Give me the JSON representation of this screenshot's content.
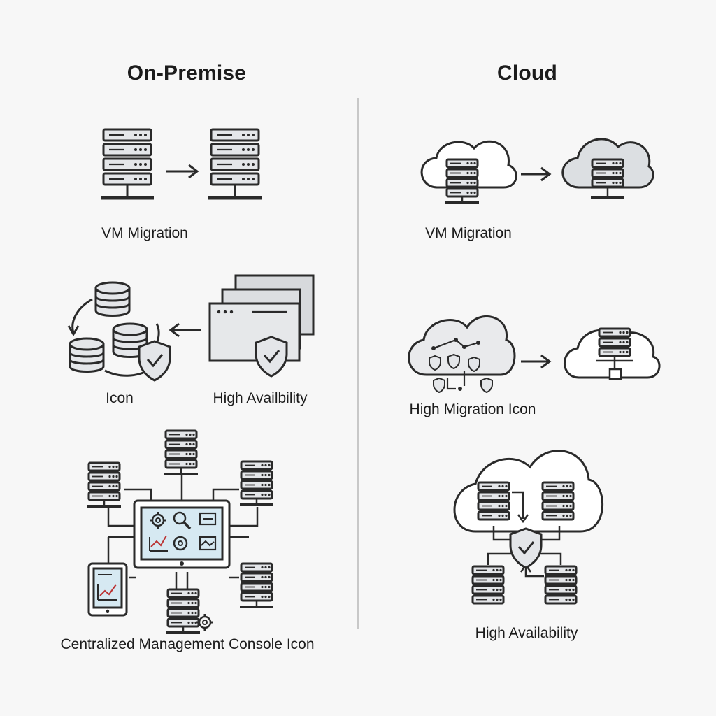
{
  "headings": {
    "on_premise": "On-Premise",
    "cloud": "Cloud"
  },
  "on_premise": {
    "vm_migration_label": "VM Migration",
    "icon_label": "Icon",
    "high_availability_label": "High Availbility",
    "console_label": "Centralized Management Console Icon"
  },
  "cloud": {
    "vm_migration_label": "VM Migration",
    "high_migration_label": "High Migration Icon",
    "high_availability_label": "High Availability"
  },
  "icons": [
    "server-rack-icon",
    "arrow-right-icon",
    "arrow-left-icon",
    "database-icon",
    "shield-check-icon",
    "browser-window-icon",
    "cloud-icon",
    "monitor-icon",
    "tablet-chart-icon",
    "gear-icon",
    "search-icon"
  ]
}
